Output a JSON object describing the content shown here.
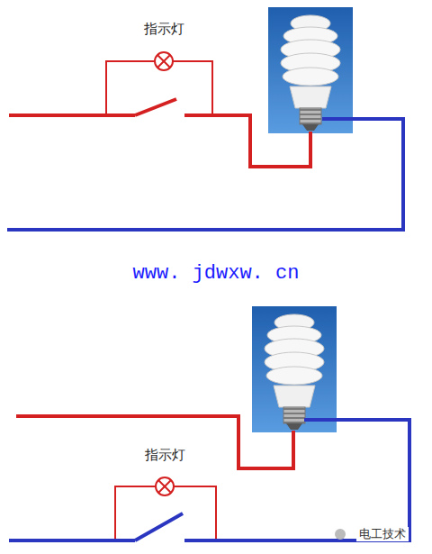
{
  "diagram": {
    "labels": [
      "指示灯",
      "www. jdwxw. cn",
      "指示灯",
      "电工技术"
    ]
  }
}
